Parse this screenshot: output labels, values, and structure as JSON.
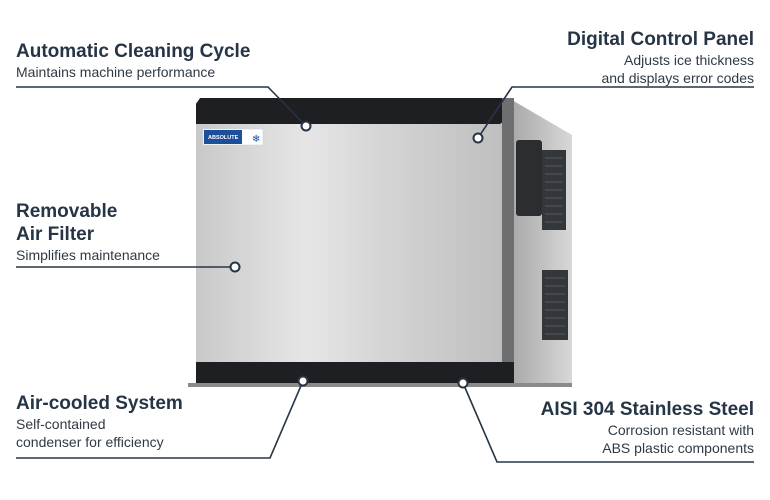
{
  "callouts": {
    "cleaning": {
      "title": "Automatic Cleaning Cycle",
      "desc": "Maintains machine performance"
    },
    "control": {
      "title": "Digital Control Panel",
      "desc_line1": "Adjusts ice thickness",
      "desc_line2": "and displays error codes"
    },
    "filter": {
      "title_line1": "Removable",
      "title_line2": "Air Filter",
      "desc": "Simplifies maintenance"
    },
    "aircooled": {
      "title": "Air-cooled System",
      "desc_line1": "Self-contained",
      "desc_line2": "condenser for efficiency"
    },
    "steel": {
      "title": "AISI 304 Stainless Steel",
      "desc_line1": "Corrosion resistant with",
      "desc_line2": "ABS plastic components"
    }
  },
  "product": {
    "badge_text": "ABSOLUTE",
    "icon": "snowflake-icon"
  },
  "colors": {
    "text": "#263545",
    "line": "#263545",
    "steel_light": "#dcdcdc",
    "steel_dark": "#9a9a9a",
    "trim": "#1d1f22"
  }
}
